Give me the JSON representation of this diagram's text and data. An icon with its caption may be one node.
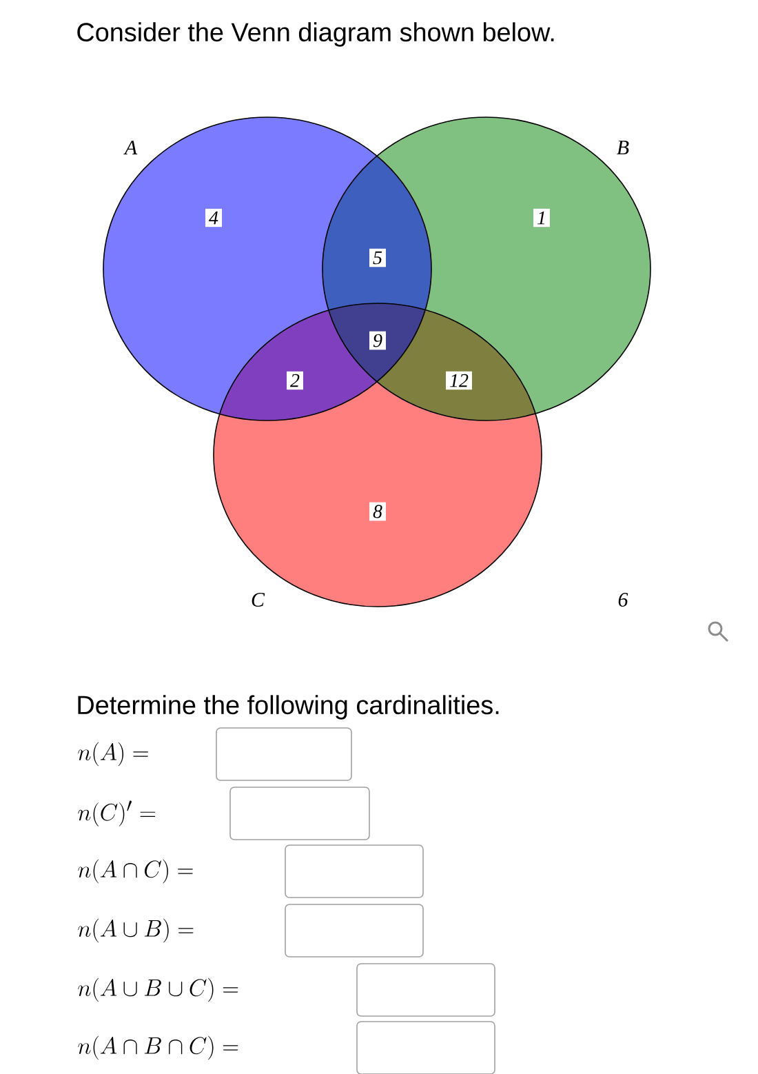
{
  "diagram": {
    "title": "Consider the Venn diagram shown below.",
    "nodes": [
      {
        "text": [
          "A"
        ]
      },
      {
        "text": [
          "B"
        ]
      },
      {
        "text": [
          "C"
        ]
      },
      {
        "text": [
          "4"
        ],
        "in": 0
      },
      {
        "text": [
          "1"
        ],
        "in": 1
      },
      {
        "text": [
          "5"
        ]
      },
      {
        "text": [
          "9"
        ]
      },
      {
        "text": [
          "2"
        ]
      },
      {
        "text": [
          "12"
        ]
      },
      {
        "text": [
          "8"
        ],
        "in": 2
      }
    ],
    "labels": [
      "6",
      "Determine the following cardinalities.",
      "n(A) =",
      "n(C)' =",
      "n(A\\cap C) =",
      "n(A\\cup B) =",
      "n(A\\cup B\\cup C) =",
      "n(A\\cap B\\cap C) ="
    ]
  }
}
